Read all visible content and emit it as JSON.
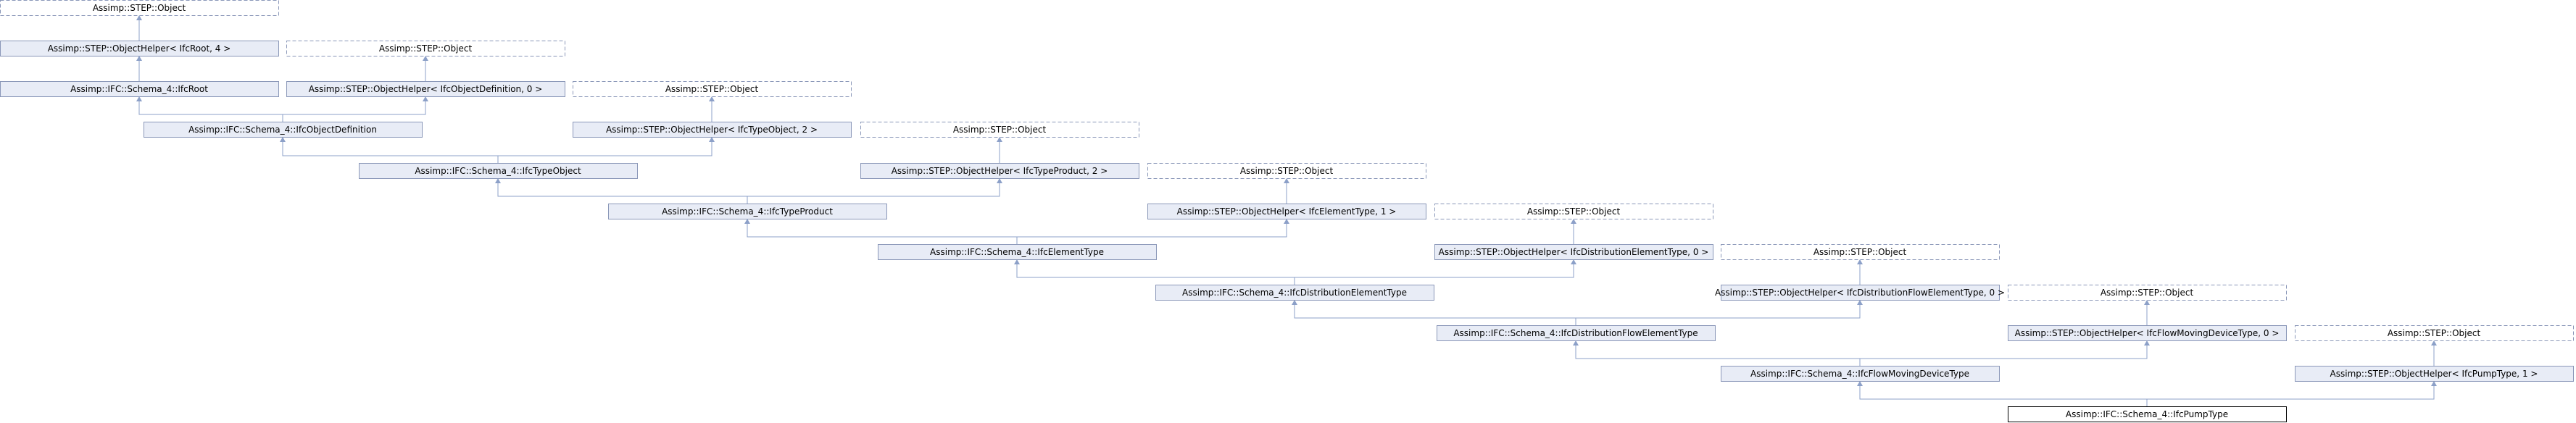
{
  "nodes": [
    {
      "id": "n_obj0",
      "label": "Assimp::STEP::Object",
      "style": "dashed"
    },
    {
      "id": "n_oh_root",
      "label": "Assimp::STEP::ObjectHelper< IfcRoot, 4 >",
      "style": "solid"
    },
    {
      "id": "n_obj1",
      "label": "Assimp::STEP::Object",
      "style": "dashed"
    },
    {
      "id": "n_root",
      "label": "Assimp::IFC::Schema_4::IfcRoot",
      "style": "solid"
    },
    {
      "id": "n_oh_objdef",
      "label": "Assimp::STEP::ObjectHelper< IfcObjectDefinition, 0 >",
      "style": "solid"
    },
    {
      "id": "n_obj2",
      "label": "Assimp::STEP::Object",
      "style": "dashed"
    },
    {
      "id": "n_objdef",
      "label": "Assimp::IFC::Schema_4::IfcObjectDefinition",
      "style": "solid"
    },
    {
      "id": "n_oh_typeobj",
      "label": "Assimp::STEP::ObjectHelper< IfcTypeObject, 2 >",
      "style": "solid"
    },
    {
      "id": "n_obj3",
      "label": "Assimp::STEP::Object",
      "style": "dashed"
    },
    {
      "id": "n_typeobj",
      "label": "Assimp::IFC::Schema_4::IfcTypeObject",
      "style": "solid"
    },
    {
      "id": "n_oh_typeprod",
      "label": "Assimp::STEP::ObjectHelper< IfcTypeProduct, 2 >",
      "style": "solid"
    },
    {
      "id": "n_obj4",
      "label": "Assimp::STEP::Object",
      "style": "dashed"
    },
    {
      "id": "n_typeprod",
      "label": "Assimp::IFC::Schema_4::IfcTypeProduct",
      "style": "solid"
    },
    {
      "id": "n_oh_elemtype",
      "label": "Assimp::STEP::ObjectHelper< IfcElementType, 1 >",
      "style": "solid"
    },
    {
      "id": "n_obj5",
      "label": "Assimp::STEP::Object",
      "style": "dashed"
    },
    {
      "id": "n_elemtype",
      "label": "Assimp::IFC::Schema_4::IfcElementType",
      "style": "solid"
    },
    {
      "id": "n_oh_distelem",
      "label": "Assimp::STEP::ObjectHelper< IfcDistributionElementType, 0 >",
      "style": "solid"
    },
    {
      "id": "n_obj6",
      "label": "Assimp::STEP::Object",
      "style": "dashed"
    },
    {
      "id": "n_distelem",
      "label": "Assimp::IFC::Schema_4::IfcDistributionElementType",
      "style": "solid"
    },
    {
      "id": "n_oh_distflow",
      "label": "Assimp::STEP::ObjectHelper< IfcDistributionFlowElementType, 0 >",
      "style": "solid"
    },
    {
      "id": "n_obj7",
      "label": "Assimp::STEP::Object",
      "style": "dashed"
    },
    {
      "id": "n_distflow",
      "label": "Assimp::IFC::Schema_4::IfcDistributionFlowElementType",
      "style": "solid"
    },
    {
      "id": "n_oh_flowmov",
      "label": "Assimp::STEP::ObjectHelper< IfcFlowMovingDeviceType, 0 >",
      "style": "solid"
    },
    {
      "id": "n_obj8",
      "label": "Assimp::STEP::Object",
      "style": "dashed"
    },
    {
      "id": "n_flowmov",
      "label": "Assimp::IFC::Schema_4::IfcFlowMovingDeviceType",
      "style": "solid"
    },
    {
      "id": "n_oh_pump",
      "label": "Assimp::STEP::ObjectHelper< IfcPumpType, 1 >",
      "style": "solid"
    },
    {
      "id": "n_pump",
      "label": "Assimp::IFC::Schema_4::IfcPumpType",
      "style": "current"
    }
  ],
  "edges": [
    {
      "from": "n_obj0",
      "to": "n_oh_root"
    },
    {
      "from": "n_oh_root",
      "to": "n_root"
    },
    {
      "from": "n_obj1",
      "to": "n_oh_objdef"
    },
    {
      "from": "n_root",
      "to": "n_objdef"
    },
    {
      "from": "n_oh_objdef",
      "to": "n_objdef"
    },
    {
      "from": "n_obj2",
      "to": "n_oh_typeobj"
    },
    {
      "from": "n_objdef",
      "to": "n_typeobj"
    },
    {
      "from": "n_oh_typeobj",
      "to": "n_typeobj"
    },
    {
      "from": "n_obj3",
      "to": "n_oh_typeprod"
    },
    {
      "from": "n_typeobj",
      "to": "n_typeprod"
    },
    {
      "from": "n_oh_typeprod",
      "to": "n_typeprod"
    },
    {
      "from": "n_obj4",
      "to": "n_oh_elemtype"
    },
    {
      "from": "n_typeprod",
      "to": "n_elemtype"
    },
    {
      "from": "n_oh_elemtype",
      "to": "n_elemtype"
    },
    {
      "from": "n_obj5",
      "to": "n_oh_distelem"
    },
    {
      "from": "n_elemtype",
      "to": "n_distelem"
    },
    {
      "from": "n_oh_distelem",
      "to": "n_distelem"
    },
    {
      "from": "n_obj6",
      "to": "n_oh_distflow"
    },
    {
      "from": "n_distelem",
      "to": "n_distflow"
    },
    {
      "from": "n_oh_distflow",
      "to": "n_distflow"
    },
    {
      "from": "n_obj7",
      "to": "n_oh_flowmov"
    },
    {
      "from": "n_distflow",
      "to": "n_flowmov"
    },
    {
      "from": "n_oh_flowmov",
      "to": "n_flowmov"
    },
    {
      "from": "n_obj8",
      "to": "n_oh_pump"
    },
    {
      "from": "n_flowmov",
      "to": "n_pump"
    },
    {
      "from": "n_oh_pump",
      "to": "n_pump"
    }
  ]
}
